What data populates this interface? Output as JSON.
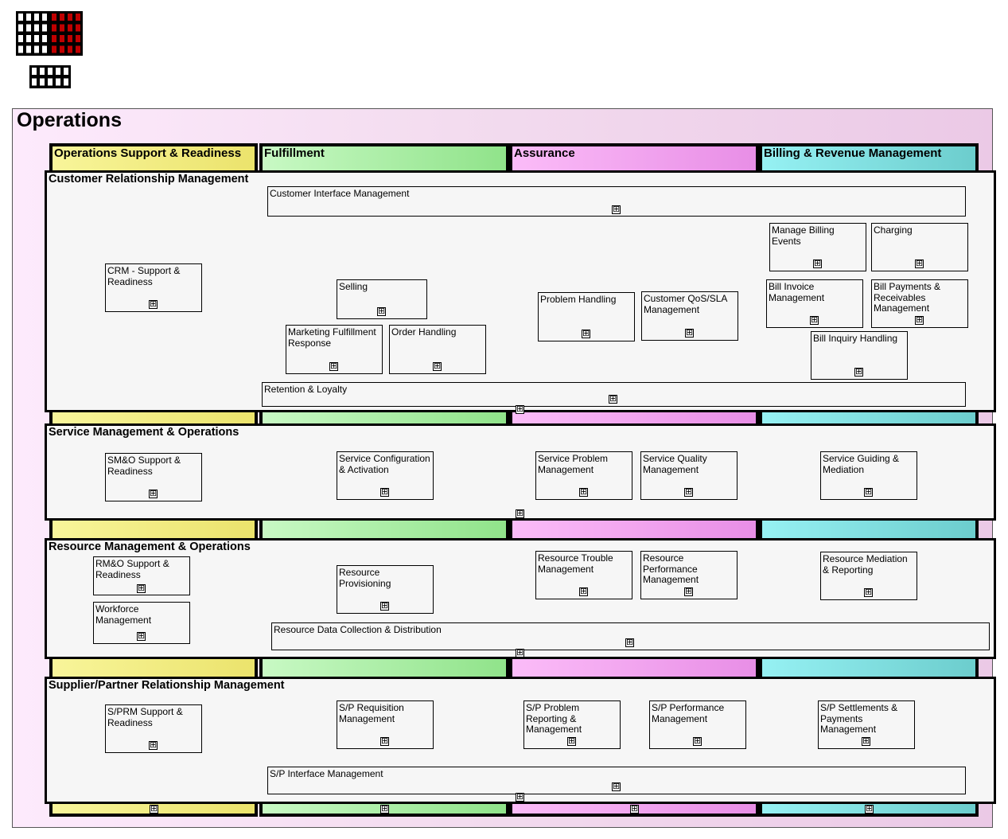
{
  "title": "Operations",
  "columns": [
    {
      "id": "osr",
      "label": "Operations Support & Readiness"
    },
    {
      "id": "ful",
      "label": "Fulfillment"
    },
    {
      "id": "ass",
      "label": "Assurance"
    },
    {
      "id": "bil",
      "label": "Billing & Revenue Management"
    }
  ],
  "layers": [
    {
      "label": "Customer Relationship Management"
    },
    {
      "label": "Service Management & Operations"
    },
    {
      "label": "Resource Management & Operations"
    },
    {
      "label": "Supplier/Partner Relationship Management"
    }
  ],
  "processes": {
    "cust_interface": "Customer Interface Management",
    "manage_billing_events": "Manage Billing Events",
    "charging": "Charging",
    "crm_support": "CRM - Support & Readiness",
    "selling": "Selling",
    "problem_handling": "Problem Handling",
    "cust_qos": "Customer QoS/SLA Management",
    "bill_invoice": "Bill Invoice Management",
    "bill_payments": "Bill Payments & Receivables Management",
    "marketing_response": "Marketing Fulfillment Response",
    "order_handling": "Order Handling",
    "bill_inquiry": "Bill Inquiry Handling",
    "retention": "Retention & Loyalty",
    "smo_support": "SM&O Support & Readiness",
    "service_config": "Service Configuration & Activation",
    "service_problem": "Service Problem Management",
    "service_quality": "Service Quality Management",
    "service_guiding": "Service Guiding & Mediation",
    "rmo_support": "RM&O Support & Readiness",
    "workforce": "Workforce Management",
    "resource_provisioning": "Resource Provisioning",
    "resource_trouble": "Resource Trouble Management",
    "resource_performance": "Resource Performance Management",
    "resource_mediation": "Resource Mediation & Reporting",
    "resource_data": "Resource Data Collection & Distribution",
    "sprm_support": "S/PRM Support & Readiness",
    "sp_requisition": "S/P Requisition Management",
    "sp_problem": "S/P Problem Reporting & Management",
    "sp_performance": "S/P Performance Management",
    "sp_settlements": "S/P Settlements & Payments Management",
    "sp_interface": "S/P Interface Management"
  },
  "expand_symbol": "⊞",
  "colors": {
    "osr": "#f2ec80",
    "ful": "#a8ee9e",
    "ass": "#f3a6f0",
    "bil": "#82dfe1",
    "logo_red": "#c00000"
  }
}
